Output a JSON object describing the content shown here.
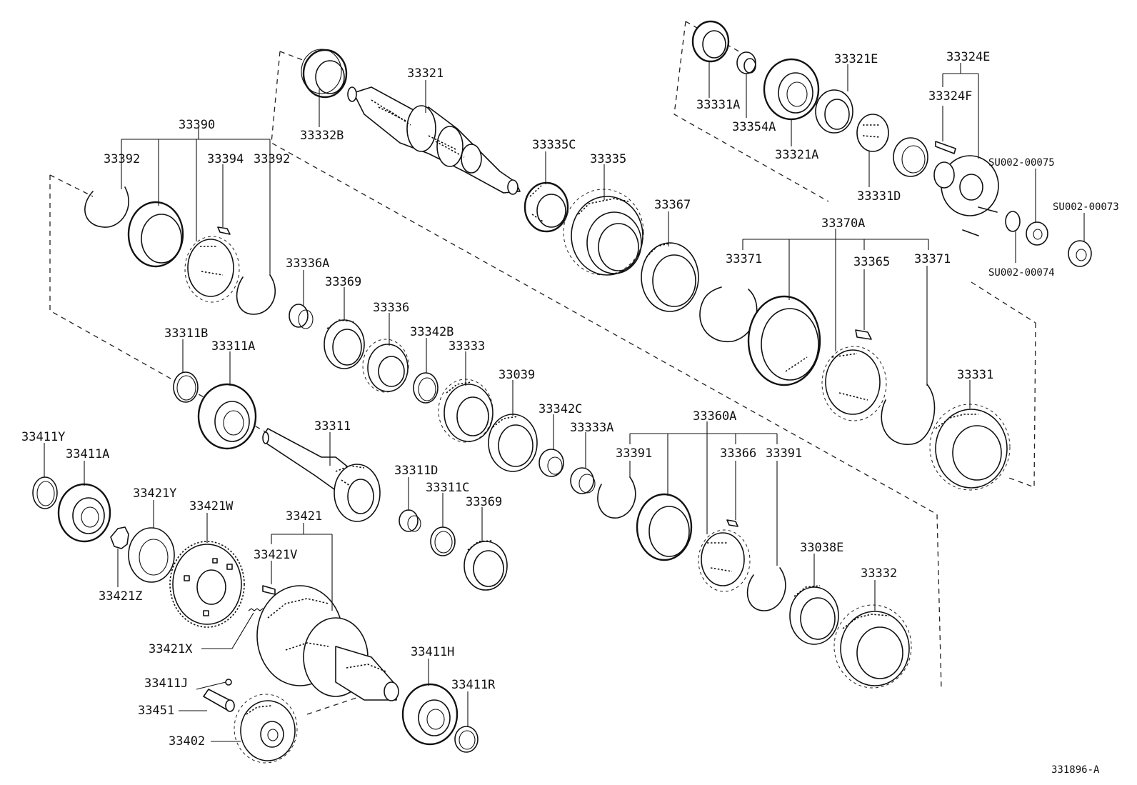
{
  "diagram": {
    "reference_code": "331896-A",
    "labels": {
      "l33321": "33321",
      "l33332B": "33332B",
      "l33390": "33390",
      "l33392a": "33392",
      "l33394": "33394",
      "l33392b": "33392",
      "l33335C": "33335C",
      "l33335": "33335",
      "l33367": "33367",
      "l33331A": "33331A",
      "l33354A": "33354A",
      "l33321E": "33321E",
      "l33321A": "33321A",
      "l33331D": "33331D",
      "l33324E": "33324E",
      "l33324F": "33324F",
      "lSU75": "SU002-00075",
      "lSU73": "SU002-00073",
      "lSU74": "SU002-00074",
      "l33370A": "33370A",
      "l33371a": "33371",
      "l33365": "33365",
      "l33371b": "33371",
      "l33336A": "33336A",
      "l33369a": "33369",
      "l33336": "33336",
      "l33342B": "33342B",
      "l33333": "33333",
      "l33039": "33039",
      "l33342C": "33342C",
      "l33333A": "33333A",
      "l33331": "33331",
      "l33311B": "33311B",
      "l33311A": "33311A",
      "l33311": "33311",
      "l33311D": "33311D",
      "l33311C": "33311C",
      "l33369b": "33369",
      "l33360A": "33360A",
      "l33391a": "33391",
      "l33366": "33366",
      "l33391b": "33391",
      "l33038E": "33038E",
      "l33332": "33332",
      "l33411Y": "33411Y",
      "l33411A": "33411A",
      "l33421Y": "33421Y",
      "l33421W": "33421W",
      "l33421": "33421",
      "l33421V": "33421V",
      "l33421Z": "33421Z",
      "l33421X": "33421X",
      "l33411H": "33411H",
      "l33411J": "33411J",
      "l33411R": "33411R",
      "l33451": "33451",
      "l33402": "33402"
    }
  }
}
